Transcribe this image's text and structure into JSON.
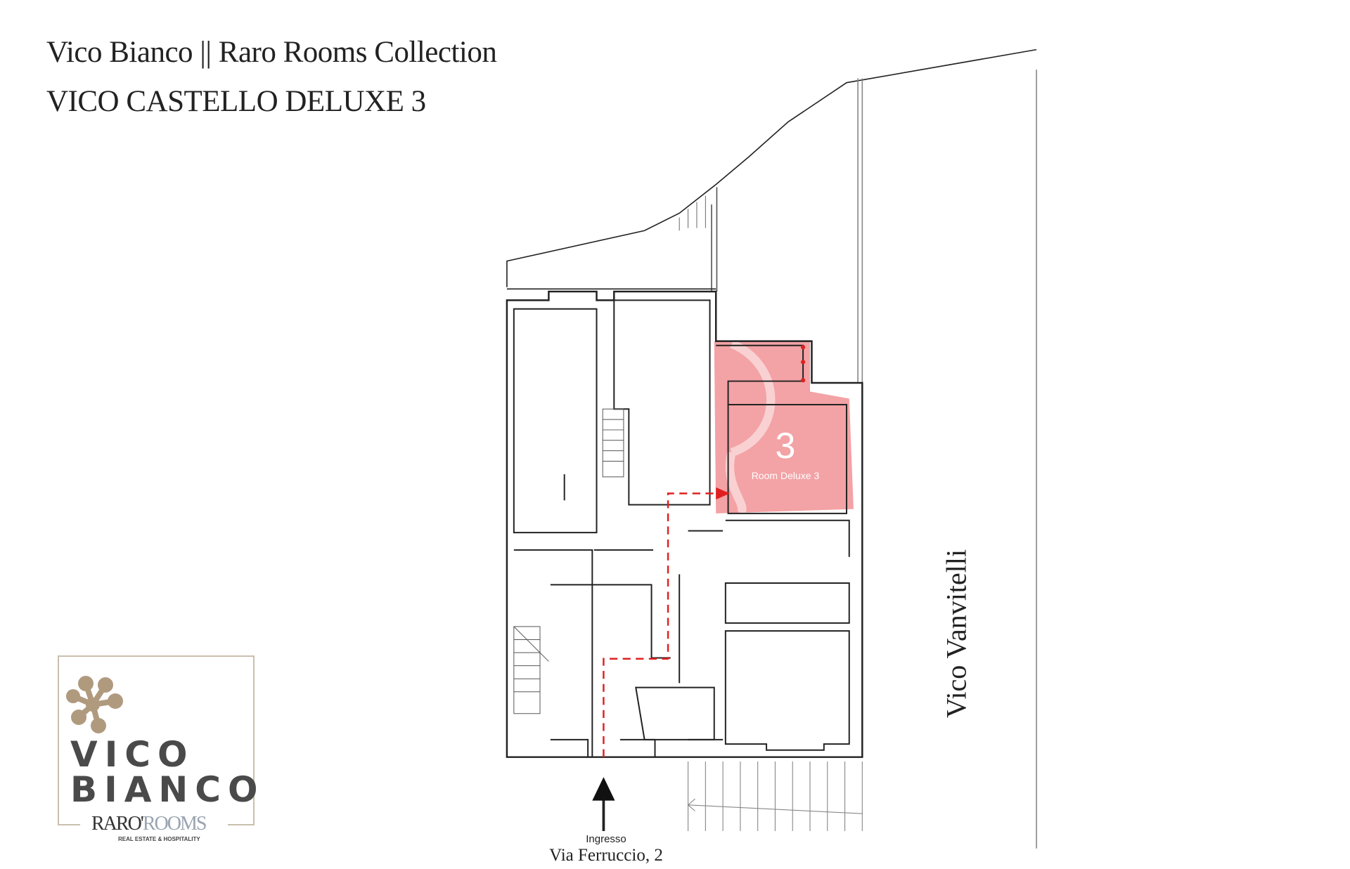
{
  "header": {
    "title": "Vico Bianco || Raro Rooms Collection",
    "subtitle": "VICO CASTELLO DELUXE 3"
  },
  "plan": {
    "room_number": "3",
    "room_label": "Room Deluxe 3",
    "street_side": "Vico Vanvitelli",
    "entrance_label": "Ingresso",
    "entrance_street": "Via Ferruccio, 2",
    "highlight_color": "#f08b8f",
    "path_color": "#e02020"
  },
  "logo": {
    "line1": "VICO",
    "line2": "BIANCO",
    "brand_a": "RARO'",
    "brand_b": "ROOMS",
    "tagline": "REAL ESTATE & HOSPITALITY",
    "accent": "#b09a7e"
  }
}
